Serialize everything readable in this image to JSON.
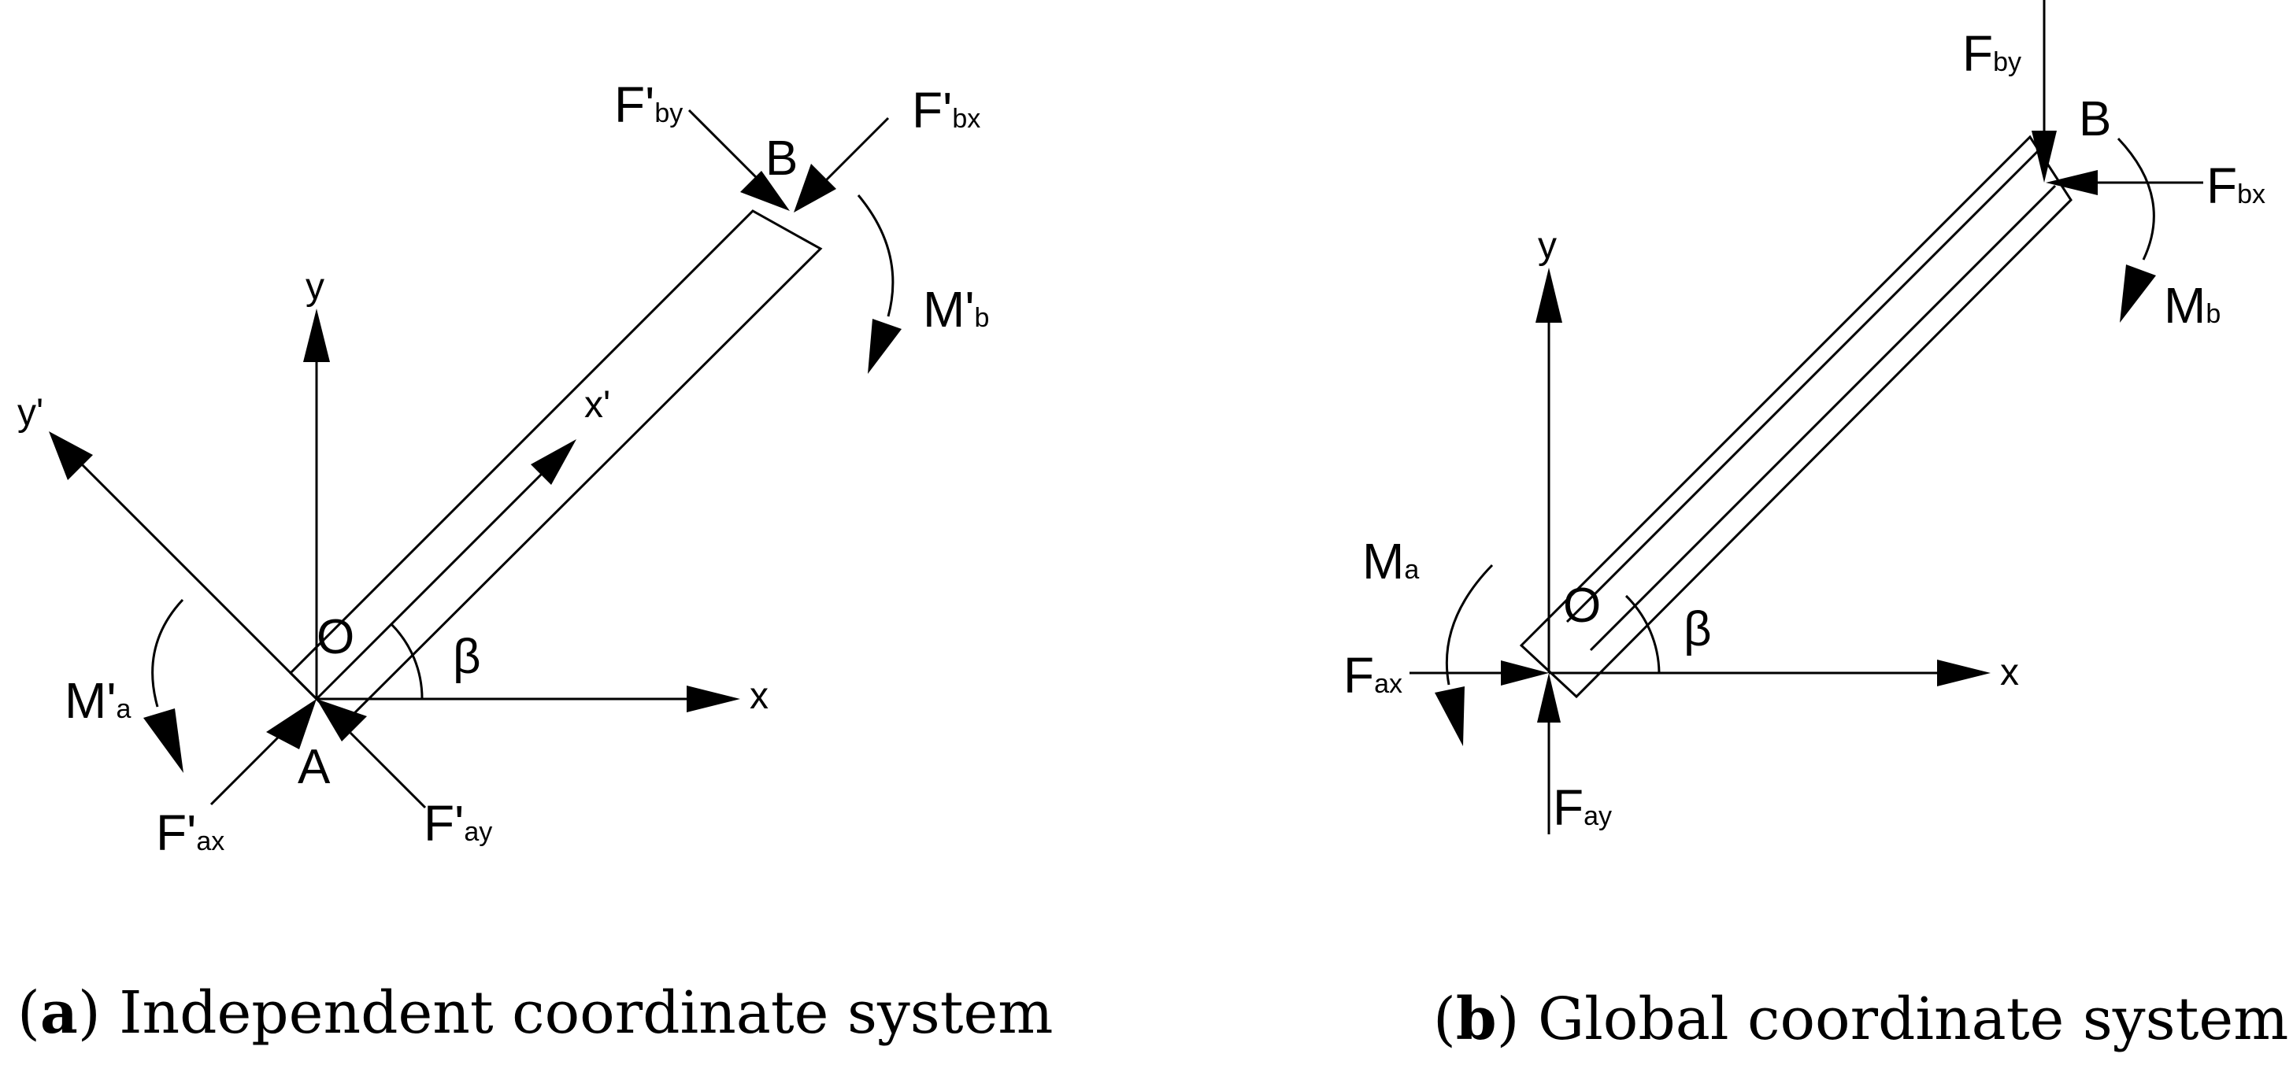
{
  "figure": {
    "panel_a": {
      "labels": {
        "y": "y",
        "x": "x",
        "y_prime": "y'",
        "x_prime": "x'",
        "point_b": "B",
        "point_a": "A",
        "origin": "O",
        "angle": "β",
        "f_by_main": "F'",
        "f_by_sub": "by",
        "f_bx_main": "F'",
        "f_bx_sub": "bx",
        "m_b_main": "M'",
        "m_b_sub": "b",
        "m_a_main": "M'",
        "m_a_sub": "a",
        "f_ax_main": "F'",
        "f_ax_sub": "ax",
        "f_ay_main": "F'",
        "f_ay_sub": "ay"
      },
      "caption": {
        "open": "(",
        "letter": "a",
        "close": ")",
        "text": " Independent coordinate system"
      }
    },
    "panel_b": {
      "labels": {
        "y": "y",
        "x": "x",
        "point_b": "B",
        "origin": "O",
        "angle": "β",
        "f_by_main": "F",
        "f_by_sub": "by",
        "f_bx_main": "F",
        "f_bx_sub": "bx",
        "m_b_main": "M",
        "m_b_sub": "b",
        "m_a_main": "M",
        "m_a_sub": "a",
        "f_ax_main": "F",
        "f_ax_sub": "ax",
        "f_ay_main": "F",
        "f_ay_sub": "ay"
      },
      "caption": {
        "open": "(",
        "letter": "b",
        "close": ")",
        "text": " Global coordinate system"
      }
    }
  }
}
